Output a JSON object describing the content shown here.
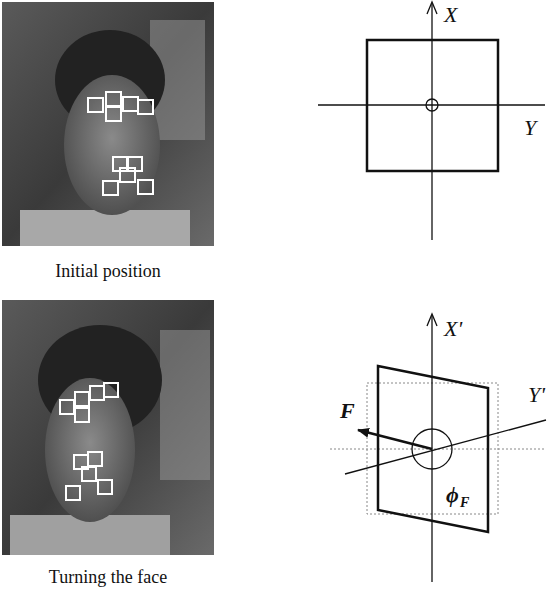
{
  "diagram": {
    "labels": [
      "Initial position",
      "Turning the face",
      "X",
      "Y",
      "X'",
      "Y'",
      "F",
      "ϕ",
      "F"
    ]
  }
}
